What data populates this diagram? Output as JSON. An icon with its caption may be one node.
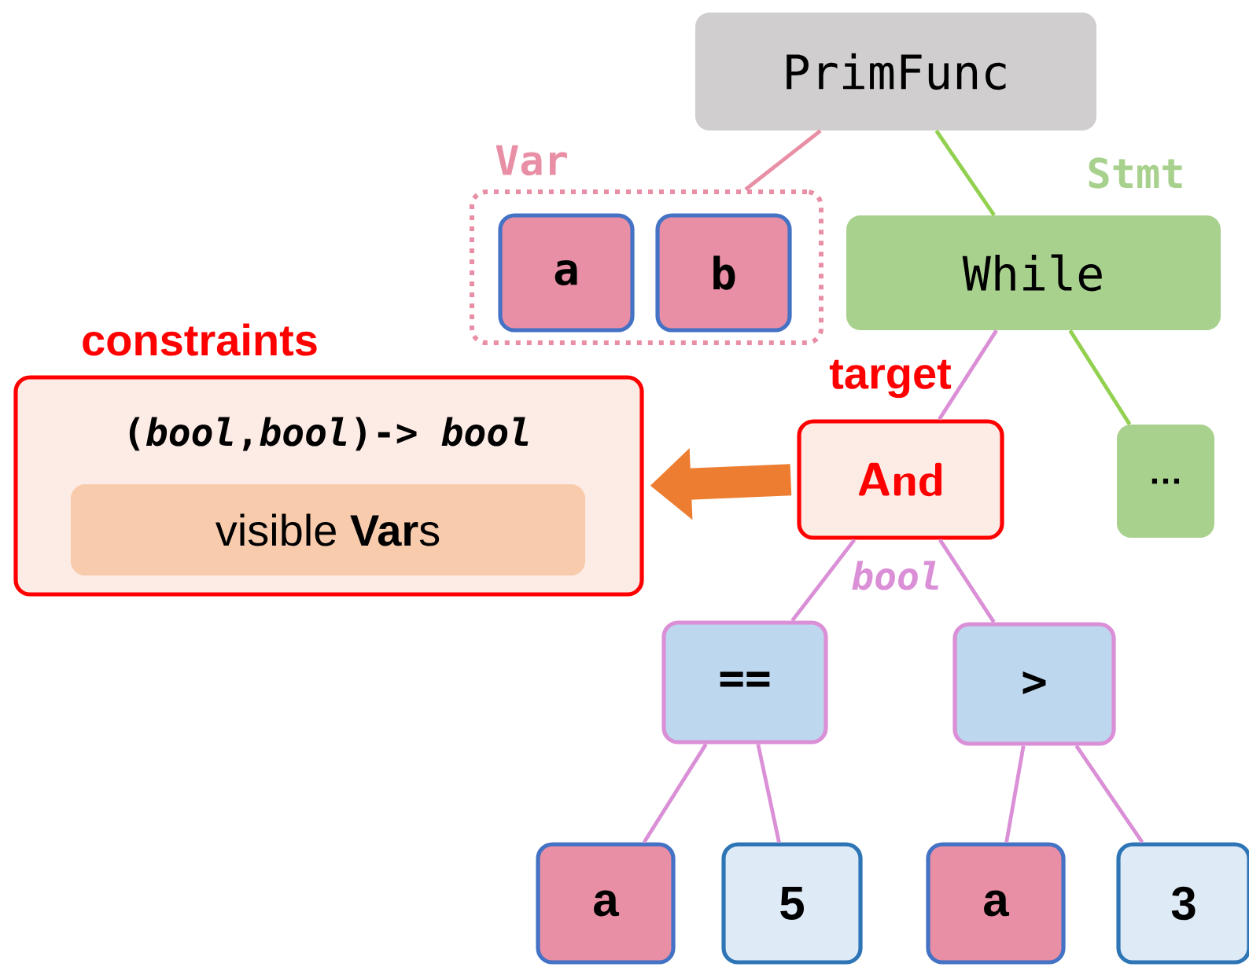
{
  "diagram": {
    "nodes": [
      {
        "text": [
          "PrimFunc"
        ]
      },
      {
        "text": [
          "Var"
        ]
      },
      {
        "text": [
          "a"
        ],
        "in": 1
      },
      {
        "text": [
          "b"
        ],
        "in": 1
      },
      {
        "text": [
          "While"
        ],
        "beside": [
          "Stmt"
        ]
      },
      {
        "text": [
          "constraints",
          "(*bool*,*bool*)-> *bool*"
        ]
      },
      {
        "text": [
          "visible **Var**s"
        ],
        "in": 5
      },
      {
        "text": [
          "target",
          "And"
        ],
        "beside": [
          "*bool*"
        ]
      },
      {
        "text": [
          "…"
        ]
      },
      {
        "text": [
          "=="
        ]
      },
      {
        "text": [
          ">"
        ]
      },
      {
        "text": [
          "a"
        ]
      },
      {
        "text": [
          "5"
        ]
      },
      {
        "text": [
          "a"
        ]
      },
      {
        "text": [
          "3"
        ]
      }
    ],
    "edges": [
      {
        "from": 0,
        "to": 1,
        "arrow": "none",
        "color": "#e98fa5"
      },
      {
        "from": 0,
        "to": 4,
        "arrow": "none",
        "color": "#92d050"
      },
      {
        "from": 4,
        "to": 7,
        "arrow": "none"
      },
      {
        "from": 4,
        "to": 8,
        "arrow": "none",
        "color": "#92d050"
      },
      {
        "from": 7,
        "to": 5,
        "arrow": "to",
        "style": "thick",
        "color": "#ed7d31"
      },
      {
        "from": 7,
        "to": 9,
        "arrow": "none"
      },
      {
        "from": 7,
        "to": 10,
        "arrow": "none"
      },
      {
        "from": 9,
        "to": 11,
        "arrow": "none"
      },
      {
        "from": 9,
        "to": 12,
        "arrow": "none"
      },
      {
        "from": 10,
        "to": 13,
        "arrow": "none"
      },
      {
        "from": 10,
        "to": 14,
        "arrow": "none"
      }
    ]
  }
}
